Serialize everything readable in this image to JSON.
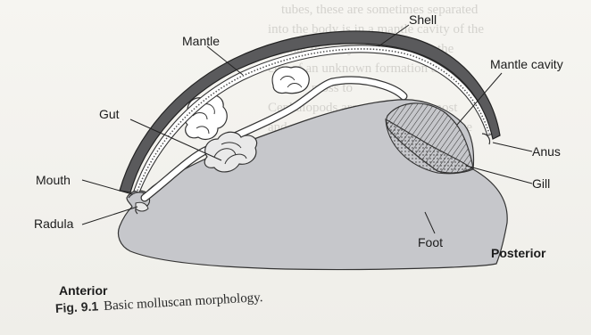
{
  "labels": {
    "shell": "Shell",
    "mantle": "Mantle",
    "mantle_cavity": "Mantle cavity",
    "gut": "Gut",
    "anus": "Anus",
    "mouth": "Mouth",
    "gill": "Gill",
    "radula": "Radula",
    "foot": "Foot",
    "posterior": "Posterior",
    "anterior": "Anterior"
  },
  "caption": {
    "figure_number": "Fig. 9.1",
    "text": "Basic molluscan morphology."
  }
}
